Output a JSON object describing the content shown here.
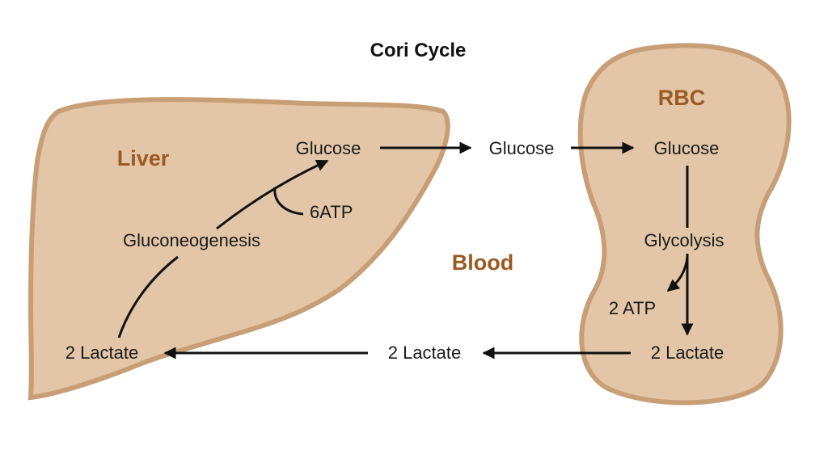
{
  "title": "Cori Cycle",
  "colors": {
    "organ_fill": "#e3c6a7",
    "organ_edge": "#c89e76",
    "region_text": "#9b5a22"
  },
  "regions": {
    "liver": "Liver",
    "rbc": "RBC",
    "blood": "Blood"
  },
  "liver": {
    "glucose": "Glucose",
    "process": "Gluconeogenesis",
    "energy": "6ATP",
    "lactate": "2 Lactate"
  },
  "blood": {
    "glucose": "Glucose",
    "lactate": "2 Lactate"
  },
  "rbc": {
    "glucose": "Glucose",
    "process": "Glycolysis",
    "energy": "2 ATP",
    "lactate": "2 Lactate"
  }
}
